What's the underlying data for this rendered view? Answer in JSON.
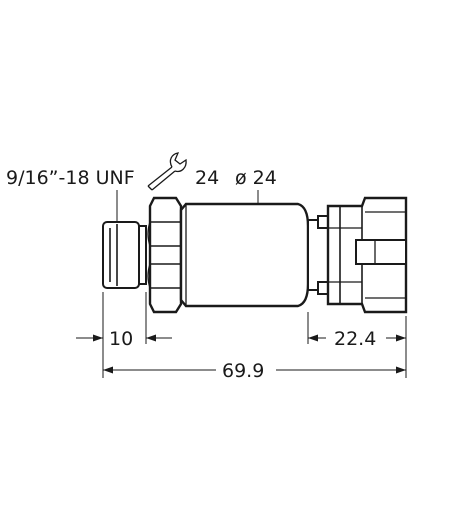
{
  "callouts": {
    "thread": "9/16”-18 UNF",
    "wrench_size": "24",
    "diameter": "ø 24"
  },
  "dimensions": {
    "thread_length": "10",
    "connector_length": "22.4",
    "overall_length": "69.9"
  },
  "icons": {
    "wrench": "wrench-icon"
  },
  "colors": {
    "line": "#1a1a1a",
    "background": "#ffffff"
  }
}
